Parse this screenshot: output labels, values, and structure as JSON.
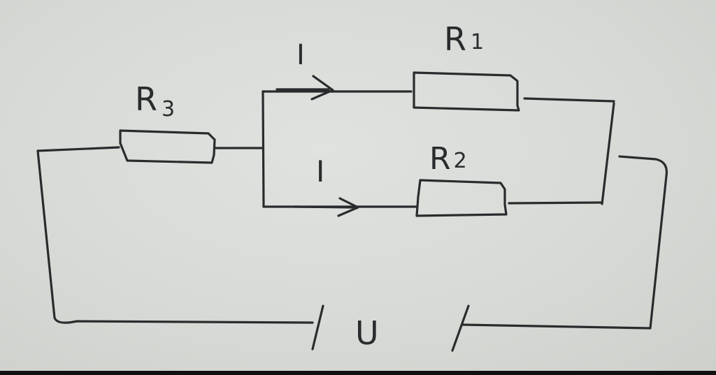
{
  "diagram": {
    "type": "circuit",
    "resistors": [
      {
        "id": "R1",
        "label": "R",
        "subscript": "1"
      },
      {
        "id": "R2",
        "label": "R",
        "subscript": "2"
      },
      {
        "id": "R3",
        "label": "R",
        "subscript": "3"
      }
    ],
    "currents": [
      {
        "id": "upper-branch",
        "label": "I"
      },
      {
        "id": "lower-branch",
        "label": "I"
      }
    ],
    "source": {
      "label": "U"
    },
    "colors": {
      "ink": "#2a2b2d",
      "paper": "#d7dad6"
    }
  }
}
